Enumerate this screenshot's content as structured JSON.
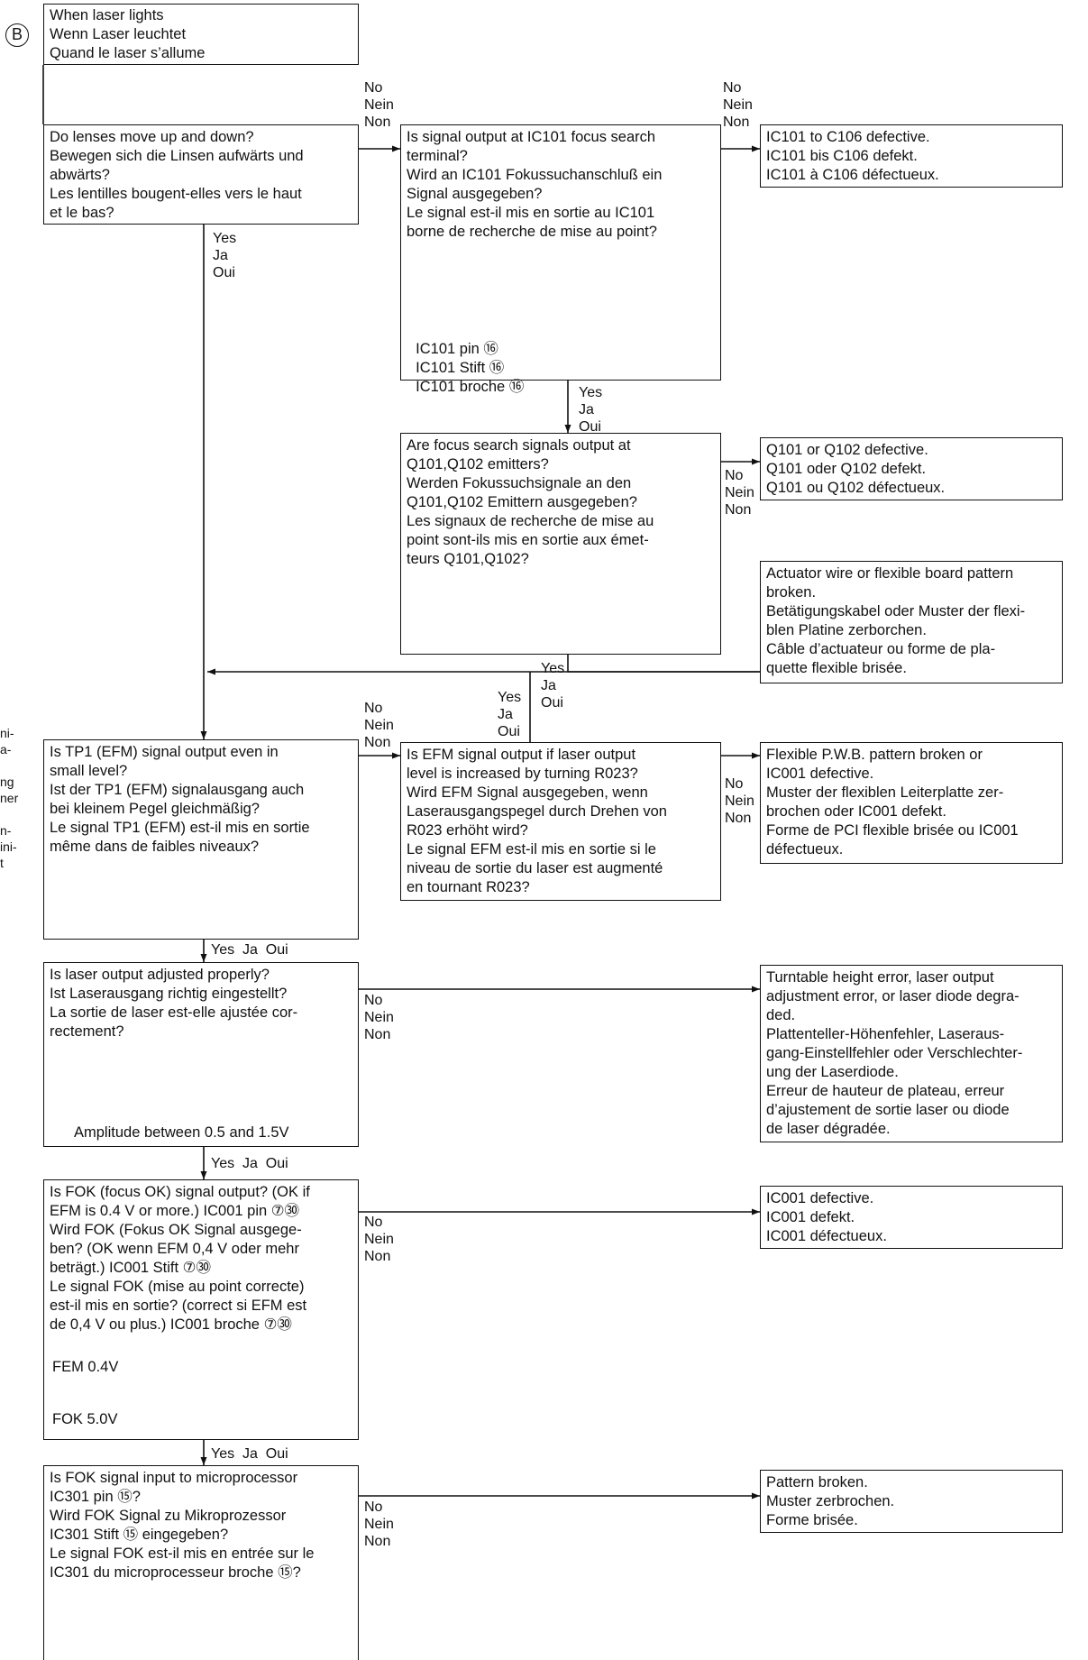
{
  "badge": "B",
  "start": [
    "When laser lights",
    "Wenn Laser leuchtet",
    "Quand le laser s’allume"
  ],
  "q_lenses": [
    "Do lenses move up and down?",
    "Bewegen sich die Linsen aufwärts und",
    "abwärts?",
    "Les lentilles bougent-elles vers le haut",
    "et le bas?"
  ],
  "q_focus_terminal": [
    "Is signal output at IC101 focus search",
    "terminal?",
    "Wird an IC101 Fokussuchanschluß ein",
    "Signal ausgegeben?",
    "Le signal est-il mis en sortie au IC101",
    "borne de recherche de mise au point?"
  ],
  "q_focus_terminal_pins": [
    "IC101 pin ⑯",
    "IC101 Stift ⑯",
    "IC101 broche ⑯"
  ],
  "r_ic101": [
    "IC101 to C106 defective.",
    "IC101 bis C106 defekt.",
    "IC101 à C106 défectueux."
  ],
  "q_emitters": [
    "Are focus search signals output at",
    "Q101,Q102 emitters?",
    "Werden Fokussuchsignale an den",
    "Q101,Q102 Emittern ausgegeben?",
    "Les signaux de recherche de mise au",
    "point sont-ils mis en sortie aux émet-",
    "teurs Q101,Q102?"
  ],
  "r_q101": [
    "Q101 or Q102 defective.",
    "Q101 oder Q102 defekt.",
    "Q101 ou Q102 défectueux."
  ],
  "r_actuator": [
    "Actuator wire or flexible board pattern",
    "broken.",
    "Betätigungskabel oder Muster der flexi-",
    "blen Platine zerborchen.",
    "Câble d’actuateur ou forme de pla-",
    "quette flexible brisée."
  ],
  "q_tp1": [
    "Is TP1 (EFM) signal output even in",
    "small level?",
    "Ist der TP1 (EFM) signalausgang auch",
    "bei kleinem Pegel gleichmäßig?",
    "Le signal TP1 (EFM) est-il mis en sortie",
    "même dans de faibles niveaux?"
  ],
  "q_r023": [
    "Is EFM signal output if laser output",
    "level is increased by turning R023?",
    "Wird EFM Signal ausgegeben, wenn",
    "Laserausgangspegel durch Drehen von",
    "R023 erhöht wird?",
    "Le signal EFM est-il mis en sortie si le",
    "niveau de sortie du laser est augmenté",
    "en tournant R023?"
  ],
  "r_flex": [
    "Flexible P.W.B. pattern broken or",
    "IC001 defective.",
    "Muster der flexiblen Leiterplatte zer-",
    "brochen oder IC001 defekt.",
    "Forme de PCI flexible brisée ou IC001",
    "défectueux."
  ],
  "q_laser_adj": [
    "Is laser output adjusted properly?",
    "Ist Laserausgang richtig eingestellt?",
    "La sortie de laser est-elle ajustée cor-",
    "rectement?"
  ],
  "amplitude_note": "Amplitude between 0.5 and 1.5V",
  "r_turntable": [
    "Turntable height error, laser output",
    "adjustment error, or laser diode degra-",
    "ded.",
    "Plattenteller-Höhenfehler, Laseraus-",
    "gang-Einstellfehler oder Verschlechter-",
    "ung der Laserdiode.",
    "Erreur de hauteur de plateau, erreur",
    "d’ajustement de sortie laser ou diode",
    "de laser dégradée."
  ],
  "q_fok": [
    "Is FOK (focus OK) signal output? (OK if",
    "EFM is 0.4 V or more.) IC001 pin ⑦㉚",
    "Wird FOK (Fokus OK Signal ausgege-",
    "ben? (OK wenn EFM 0,4 V oder mehr",
    "beträgt.) IC001 Stift ⑦㉚",
    "Le signal FOK (mise au point correcte)",
    "est-il mis en sortie? (correct si EFM est",
    "de 0,4 V ou plus.) IC001 broche ⑦㉚"
  ],
  "fem_label": "FEM 0.4V",
  "fok_label": "FOK 5.0V",
  "r_ic001": [
    "IC001 defective.",
    "IC001 defekt.",
    "IC001 défectueux."
  ],
  "q_micro": [
    "Is FOK signal input to microprocessor",
    "IC301 pin ⑮?",
    "Wird FOK Signal zu Mikroprozessor",
    "IC301 Stift ⑮ eingegeben?",
    "Le signal FOK est-il mis en entrée sur le",
    "IC301 du microprocesseur broche ⑮?"
  ],
  "r_pattern": [
    "Pattern broken.",
    "Muster zerbrochen.",
    "Forme brisée."
  ],
  "no": [
    "No",
    "Nein",
    "Non"
  ],
  "yes": [
    "Yes",
    "Ja",
    "Oui"
  ],
  "yes_row": "Yes  Ja  Oui",
  "margin_fragments": [
    "ni-",
    "a-",
    "ng",
    "ner",
    "n-",
    "ini-",
    "t"
  ]
}
